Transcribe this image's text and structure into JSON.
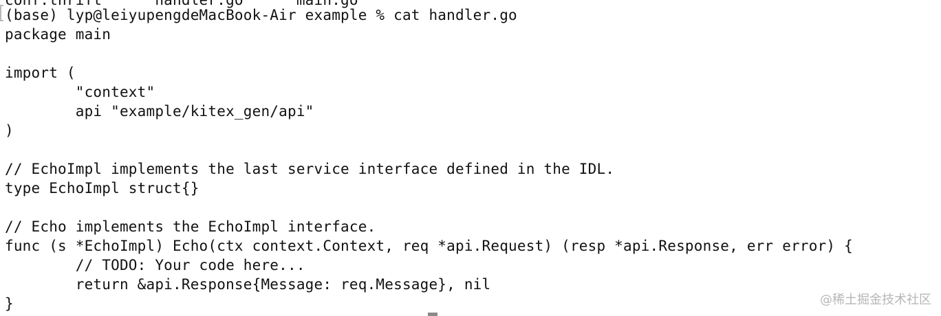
{
  "terminal": {
    "previous_line": "conf.thrift      handler.go      main.go",
    "prompt": "(base) lyp@leiyupengdeMacBook-Air example % cat handler.go",
    "lines": [
      "package main",
      "",
      "import (",
      "        \"context\"",
      "        api \"example/kitex_gen/api\"",
      ")",
      "",
      "// EchoImpl implements the last service interface defined in the IDL.",
      "type EchoImpl struct{}",
      "",
      "// Echo implements the EchoImpl interface.",
      "func (s *EchoImpl) Echo(ctx context.Context, req *api.Request) (resp *api.Response, err error) {",
      "        // TODO: Your code here...",
      "        return &api.Response{Message: req.Message}, nil",
      "}"
    ]
  },
  "watermark": "@稀土掘金技术社区"
}
